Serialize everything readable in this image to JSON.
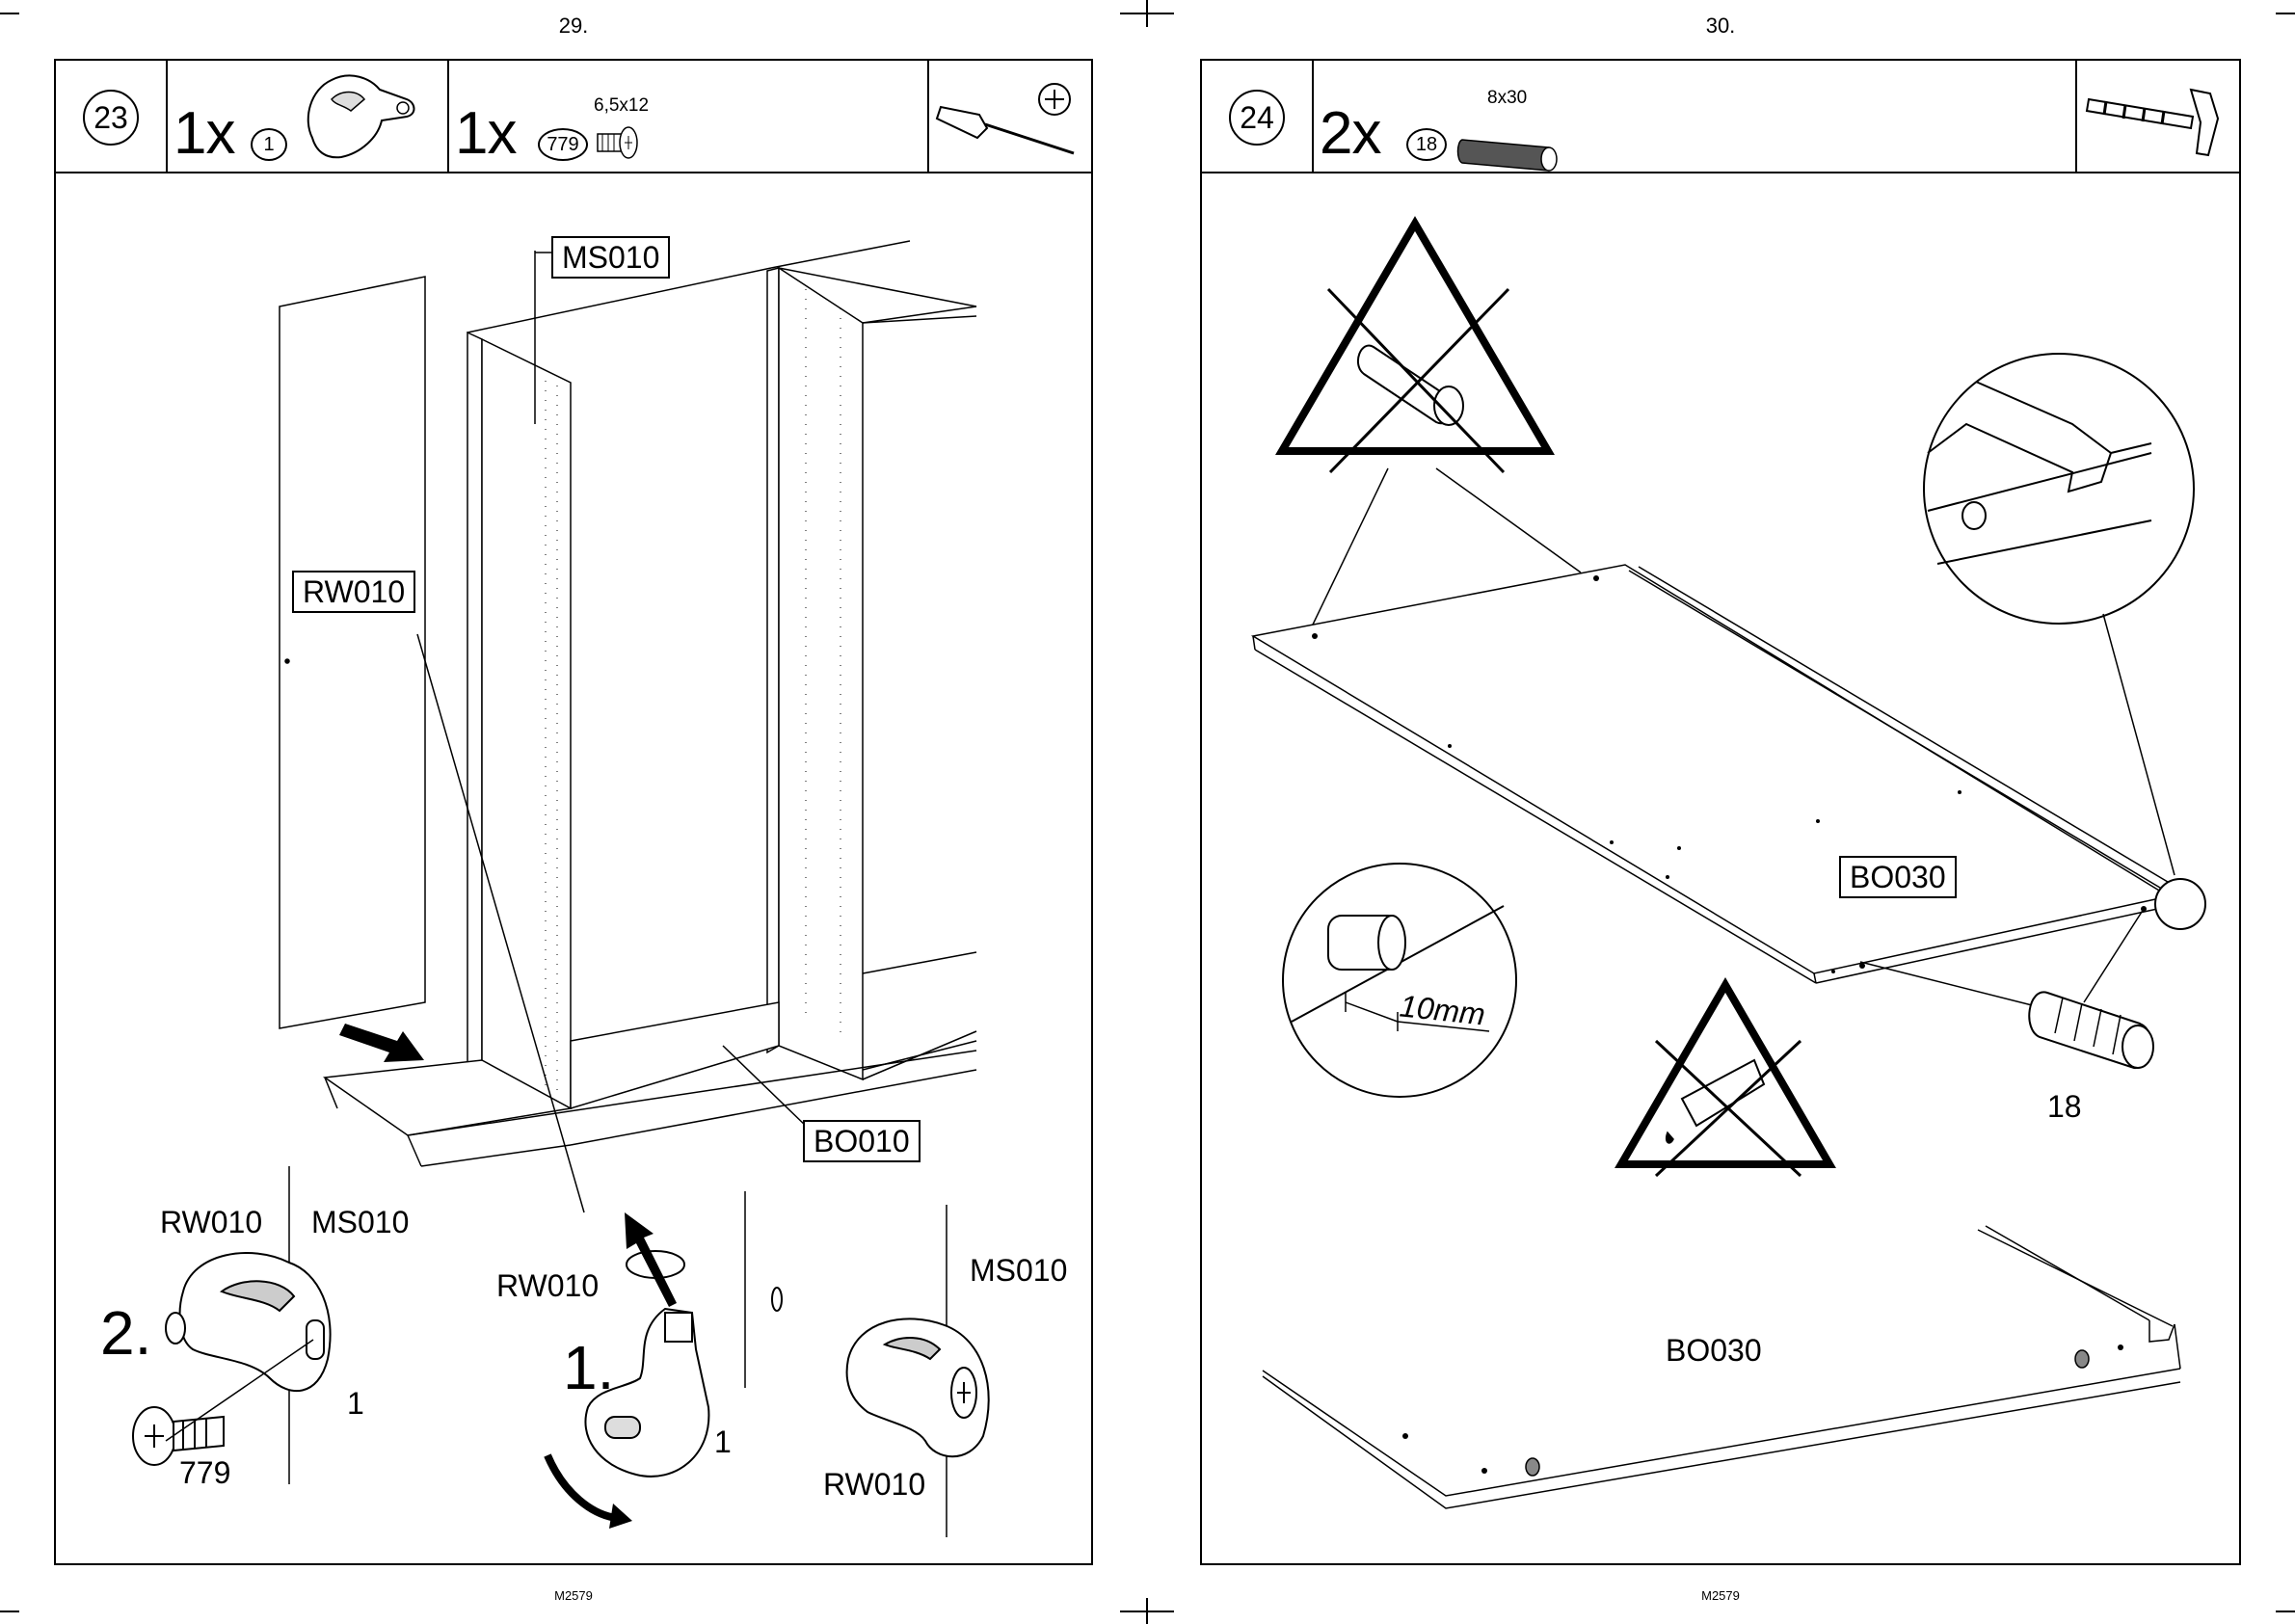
{
  "left_page": {
    "page_number": "29.",
    "footer_code": "M2579",
    "step": {
      "number": "23",
      "parts": [
        {
          "qty": "1x",
          "part_id": "1"
        },
        {
          "qty": "1x",
          "part_id": "779",
          "size": "6,5x12"
        }
      ],
      "tool_icons": [
        "screwdriver-icon",
        "phillips-bit-icon"
      ]
    },
    "labels": {
      "ms010_box": "MS010",
      "rw010_box": "RW010",
      "bo010_box": "BO010",
      "detail2_rw": "RW010",
      "detail2_ms": "MS010",
      "detail2_step": "2.",
      "detail2_part": "1",
      "detail2_screw": "779",
      "detail1_rw": "RW010",
      "detail1_step": "1.",
      "detail1_part": "1",
      "detail3_ms": "MS010",
      "detail3_rw": "RW010"
    }
  },
  "right_page": {
    "page_number": "30.",
    "footer_code": "M2579",
    "step": {
      "number": "24",
      "parts": [
        {
          "qty": "2x",
          "part_id": "18",
          "size": "8x30"
        }
      ],
      "tool_icons": [
        "hammer-icon"
      ]
    },
    "labels": {
      "bo030_box": "BO030",
      "dowel_callout": "18",
      "depth_measure": "10mm",
      "bo030_plain": "BO030"
    },
    "warnings": [
      "no-dowel-warning-icon",
      "no-glue-warning-icon"
    ]
  }
}
